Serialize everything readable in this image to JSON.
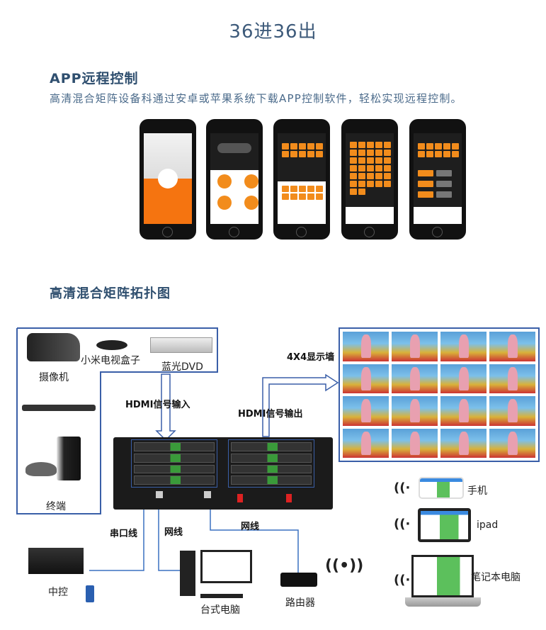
{
  "header": {
    "title": "36进36出"
  },
  "app_section": {
    "title": "APP远程控制",
    "description": "高清混合矩阵设备科通过安卓或苹果系统下载APP控制软件，轻松实现远程控制。"
  },
  "topology": {
    "title": "高清混合矩阵拓扑图",
    "sources": {
      "camera": "摄像机",
      "tv_box": "小米电视盒子",
      "bluray": "蓝光DVD",
      "terminal": "终端"
    },
    "hdmi_in": "HDMI信号输入",
    "hdmi_out": "HDMI信号输出",
    "video_wall": "4X4显示墙",
    "serial_cable": "串口线",
    "network_cable_1": "网线",
    "network_cable_2": "网线",
    "central_control": "中控",
    "desktop": "台式电脑",
    "router": "路由器",
    "clients": {
      "phone": "手机",
      "ipad": "ipad",
      "laptop": "笔记本电脑"
    }
  },
  "colors": {
    "accent": "#3a5fa8",
    "orange": "#f28c1c",
    "title": "#3d5a7a"
  }
}
